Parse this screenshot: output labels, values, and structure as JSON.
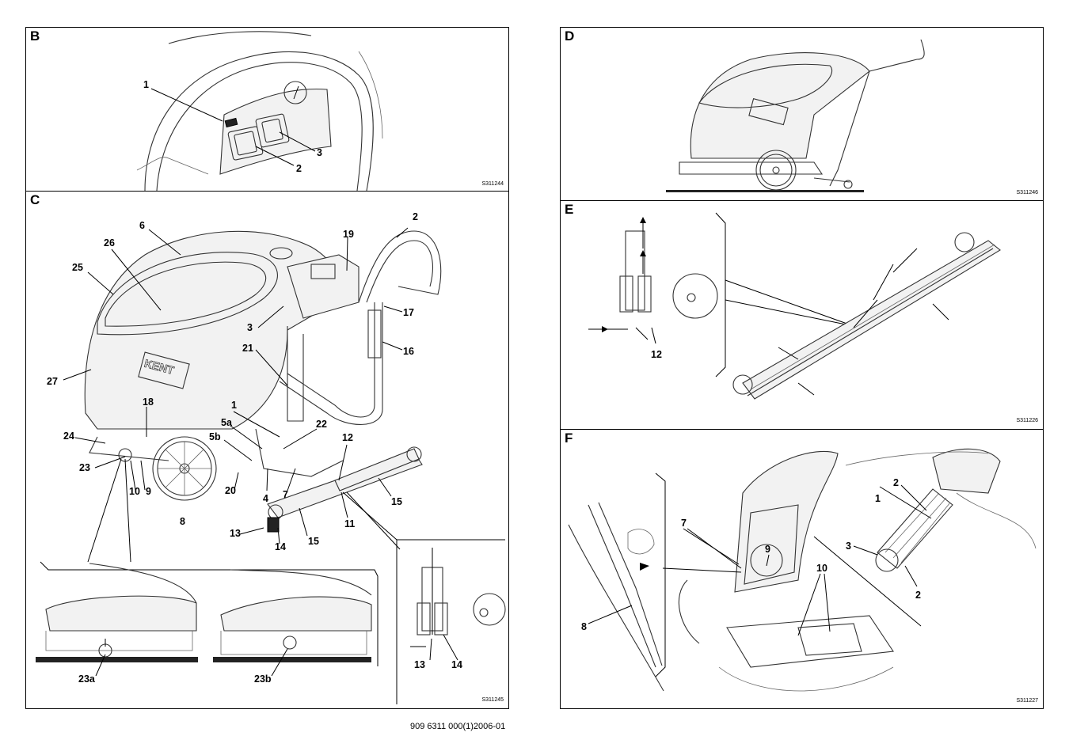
{
  "panels": {
    "B": {
      "letter": "B",
      "code": "S311244",
      "labels": [
        "1",
        "2",
        "3"
      ]
    },
    "C": {
      "letter": "C",
      "code": "S311245",
      "labels": [
        "2",
        "6",
        "26",
        "25",
        "19",
        "17",
        "3",
        "16",
        "21",
        "27",
        "18",
        "1",
        "5a",
        "22",
        "24",
        "5b",
        "12",
        "23",
        "10",
        "9",
        "20",
        "4",
        "7",
        "15",
        "8",
        "11",
        "13",
        "15",
        "14",
        "23a",
        "23b",
        "13",
        "14"
      ]
    },
    "D": {
      "letter": "D",
      "code": "S311246"
    },
    "E": {
      "letter": "E",
      "code": "S311226",
      "labels": [
        "12"
      ]
    },
    "F": {
      "letter": "F",
      "code": "S311227",
      "labels": [
        "2",
        "1",
        "7",
        "3",
        "9",
        "10",
        "2",
        "8"
      ]
    }
  },
  "brand": "KENT",
  "footer": "909 6311 000(1)2006-01"
}
